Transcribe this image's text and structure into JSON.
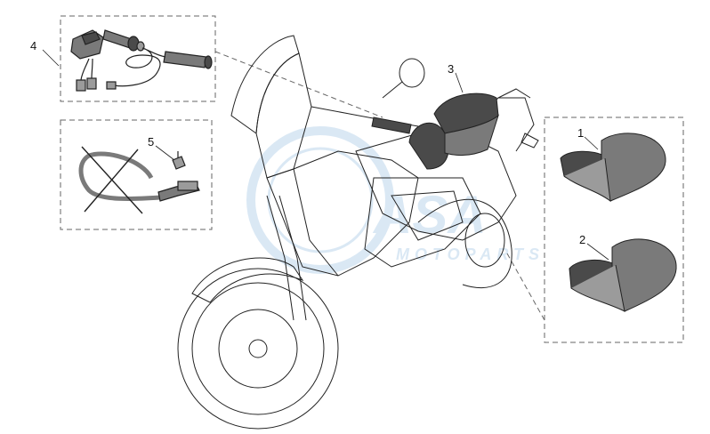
{
  "watermark": {
    "logo_text": "ASA",
    "sub_text": "MOTOPARTS",
    "color": "#bcd6ec"
  },
  "callouts": [
    {
      "id": "1",
      "label": "1"
    },
    {
      "id": "2",
      "label": "2"
    },
    {
      "id": "3",
      "label": "3"
    },
    {
      "id": "4",
      "label": "4"
    },
    {
      "id": "5",
      "label": "5"
    }
  ],
  "colors": {
    "line": "#222222",
    "seat_dark": "#4a4a4a",
    "seat_mid": "#7a7a7a",
    "seat_light": "#9b9b9b",
    "dash": "#666666"
  }
}
